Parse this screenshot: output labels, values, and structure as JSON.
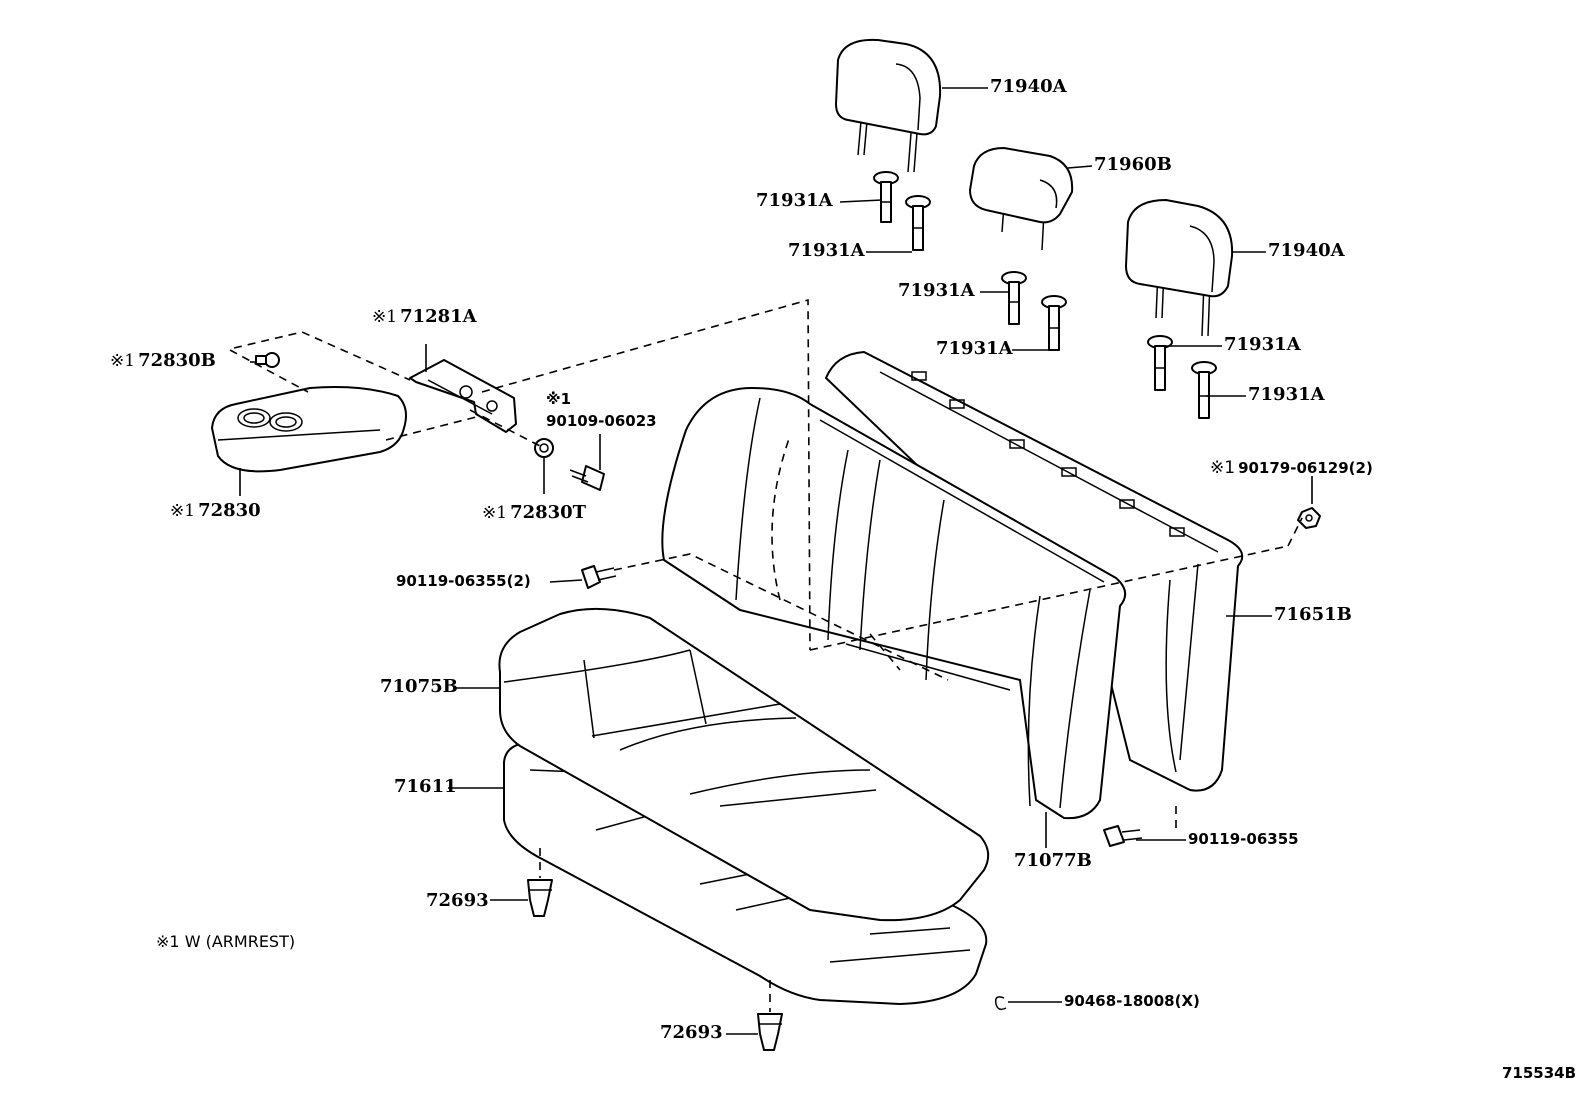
{
  "diagram_code": "715534B",
  "footnote": {
    "mark": "※1",
    "text": "W (ARMREST)"
  },
  "parts": [
    {
      "id": "headrest-left",
      "number": "71940A",
      "mark": ""
    },
    {
      "id": "headrest-center",
      "number": "71960B",
      "mark": ""
    },
    {
      "id": "headrest-right",
      "number": "71940A",
      "mark": ""
    },
    {
      "id": "support-1",
      "number": "71931A",
      "mark": ""
    },
    {
      "id": "support-2",
      "number": "71931A",
      "mark": ""
    },
    {
      "id": "support-3",
      "number": "71931A",
      "mark": ""
    },
    {
      "id": "support-4",
      "number": "71931A",
      "mark": ""
    },
    {
      "id": "support-5",
      "number": "71931A",
      "mark": ""
    },
    {
      "id": "support-6",
      "number": "71931A",
      "mark": ""
    },
    {
      "id": "armrest-bracket",
      "number": "71281A",
      "mark": "※1"
    },
    {
      "id": "armrest-bushing-b",
      "number": "72830B",
      "mark": "※1"
    },
    {
      "id": "armrest-bolt",
      "number": "90109-06023",
      "mark": "※1"
    },
    {
      "id": "armrest",
      "number": "72830",
      "mark": "※1"
    },
    {
      "id": "armrest-bushing-t",
      "number": "72830T",
      "mark": "※1"
    },
    {
      "id": "back-bolt-pair",
      "number": "90119-06355(2)",
      "mark": ""
    },
    {
      "id": "nut-pair",
      "number": "90179-06129(2)",
      "mark": "※1"
    },
    {
      "id": "back-cover",
      "number": "71651B",
      "mark": ""
    },
    {
      "id": "cushion-cover",
      "number": "71075B",
      "mark": ""
    },
    {
      "id": "cushion-pad",
      "number": "71611",
      "mark": ""
    },
    {
      "id": "back-pad",
      "number": "71077B",
      "mark": ""
    },
    {
      "id": "back-bolt",
      "number": "90119-06355",
      "mark": ""
    },
    {
      "id": "clip-1",
      "number": "72693",
      "mark": ""
    },
    {
      "id": "clip-2",
      "number": "72693",
      "mark": ""
    },
    {
      "id": "hog-ring",
      "number": "90468-18008(X)",
      "mark": ""
    }
  ]
}
